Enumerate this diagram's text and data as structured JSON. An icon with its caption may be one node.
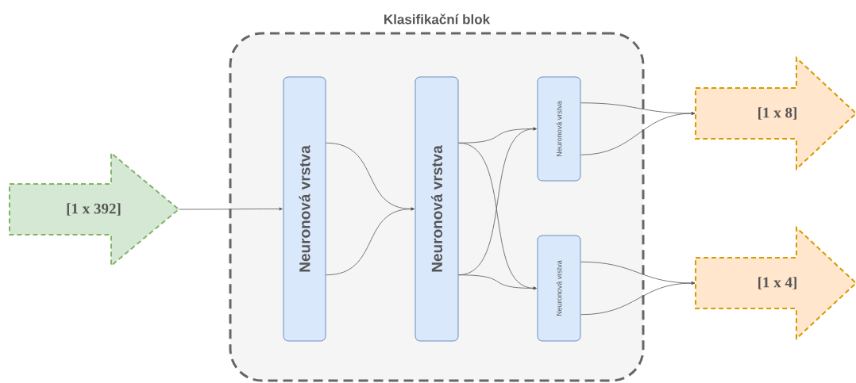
{
  "diagram": {
    "nodes": [
      {
        "text": [
          "[1 x 392]"
        ]
      },
      {
        "text": [
          "Klasifikační blok"
        ]
      },
      {
        "text": [
          "Neuronová vrstva"
        ],
        "in": 1
      },
      {
        "text": [
          "Neuronová vrstva"
        ],
        "in": 1
      },
      {
        "text": [
          "Neuronová vrstva"
        ],
        "in": 1
      },
      {
        "text": [
          "Neuronová vrstva"
        ],
        "in": 1
      },
      {
        "text": [
          "[1 x 8]"
        ]
      },
      {
        "text": [
          "[1 x 4]"
        ]
      }
    ],
    "edges": [
      {
        "from": 0,
        "to": 2,
        "arrow": "to"
      },
      {
        "from": 2,
        "to": 3,
        "arrow": "to"
      },
      {
        "from": 2,
        "to": 3,
        "arrow": "to"
      },
      {
        "from": 3,
        "to": 4,
        "arrow": "to"
      },
      {
        "from": 3,
        "to": 4,
        "arrow": "to"
      },
      {
        "from": 3,
        "to": 5,
        "arrow": "to"
      },
      {
        "from": 3,
        "to": 5,
        "arrow": "to"
      },
      {
        "from": 4,
        "to": 6,
        "arrow": "to"
      },
      {
        "from": 4,
        "to": 6,
        "arrow": "to"
      },
      {
        "from": 5,
        "to": 7,
        "arrow": "to"
      },
      {
        "from": 5,
        "to": 7,
        "arrow": "to"
      }
    ]
  }
}
